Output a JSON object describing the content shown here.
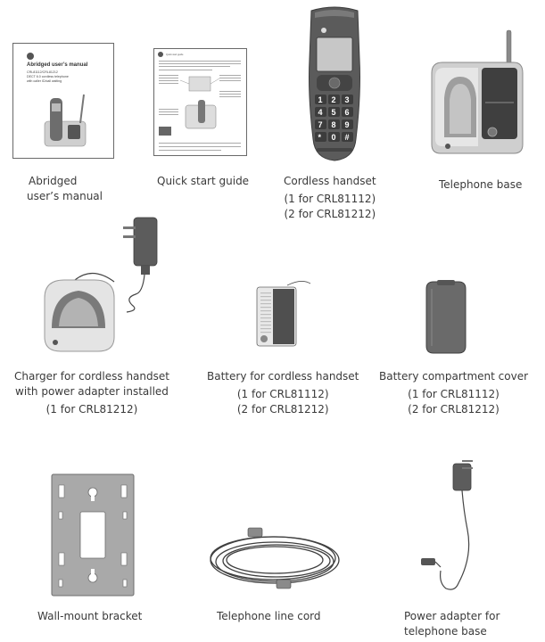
{
  "items": {
    "manual": {
      "caption": [
        "Abridged",
        "user’s manual"
      ],
      "cover_title": "Abridged user’s manual",
      "cover_models": "CRL81112/CRL81212",
      "cover_desc_1": "DECT 6.0 cordless telephone",
      "cover_desc_2": "with caller ID/call waiting",
      "cover_logo": "at&t-logo-icon"
    },
    "quick_start": {
      "caption": [
        "Quick start guide"
      ],
      "cover_title": "Quick start guide"
    },
    "handset": {
      "caption": [
        "Cordless handset",
        "(1 for CRL81112)",
        "(2 for CRL81212)"
      ],
      "keys": [
        "1",
        "2",
        "3",
        "4",
        "5",
        "6",
        "7",
        "8",
        "9",
        "*",
        "0",
        "#"
      ]
    },
    "base": {
      "caption": [
        "Telephone base"
      ]
    },
    "charger": {
      "caption": [
        "Charger for cordless handset",
        "with power adapter installed",
        "(1 for CRL81212)"
      ]
    },
    "battery": {
      "caption": [
        "Battery for cordless handset",
        "(1 for CRL81112)",
        "(2 for CRL81212)"
      ]
    },
    "battery_cover": {
      "caption": [
        "Battery compartment cover",
        "(1 for CRL81112)",
        "(2 for CRL81212)"
      ]
    },
    "bracket": {
      "caption": [
        "Wall-mount bracket"
      ]
    },
    "line_cord": {
      "caption": [
        "Telephone line cord"
      ]
    },
    "power_adapter": {
      "caption": [
        "Power adapter for",
        "telephone base"
      ]
    }
  },
  "colors": {
    "dark_gray": "#5a5a5a",
    "mid_gray": "#9a9a9a",
    "light_gray": "#d8d8d8",
    "silver": "#bfbfbf"
  }
}
